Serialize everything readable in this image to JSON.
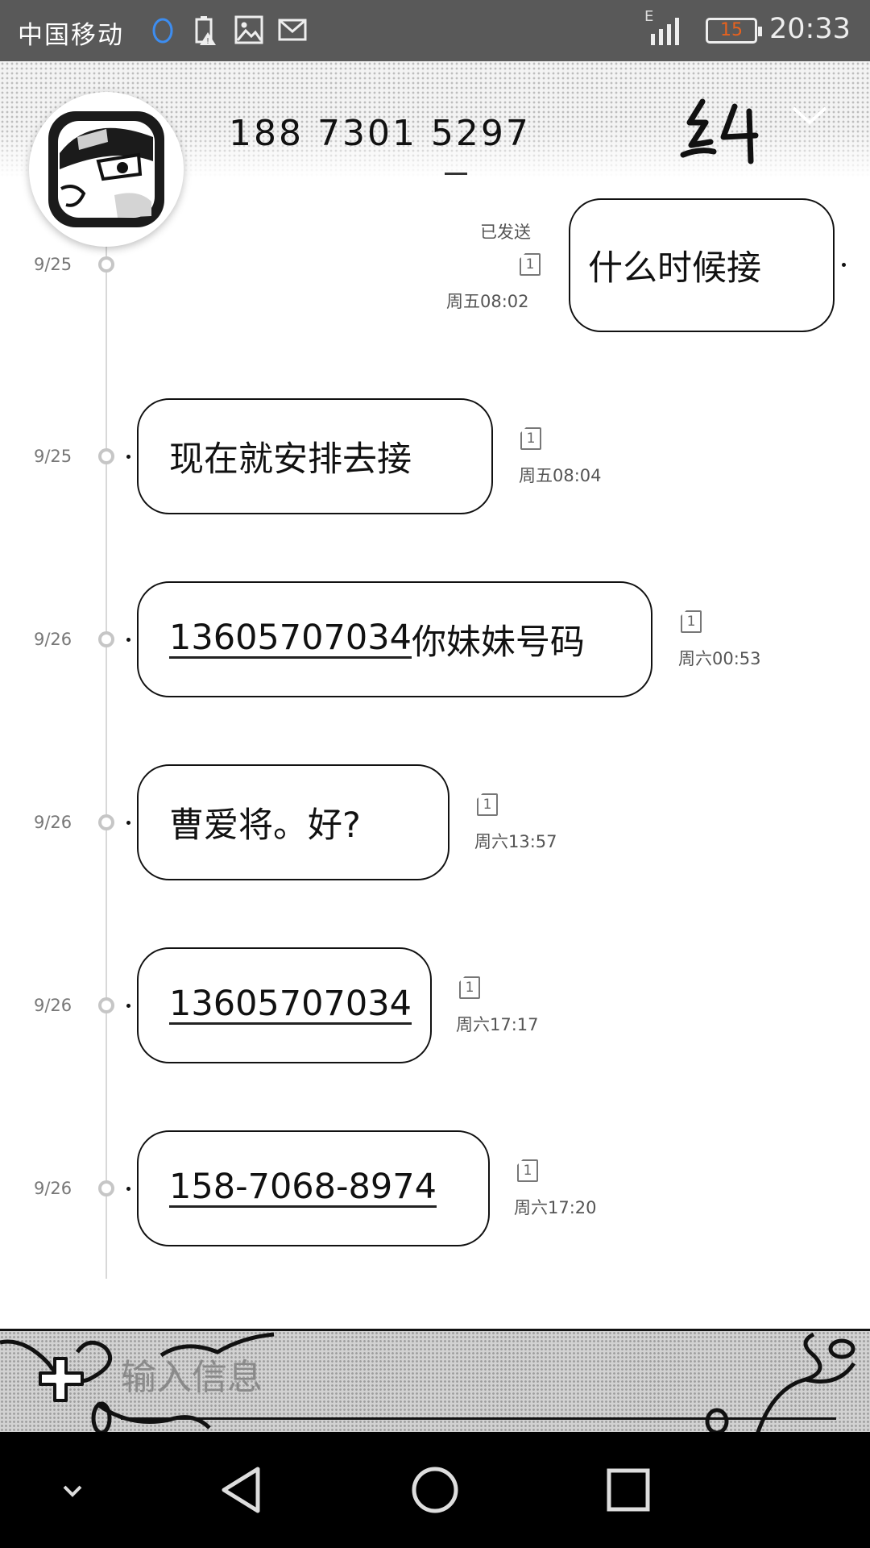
{
  "status_bar": {
    "carrier": "中国移动",
    "network_type": "E",
    "battery_level": "15",
    "time": "20:33"
  },
  "header": {
    "contact_number": "188 7301 5297",
    "title_glyph": "纠"
  },
  "timeline": [
    {
      "date": "9/25",
      "direction": "outgoing",
      "status": "已发送",
      "sim": "1",
      "text": "什么时候接",
      "is_link": false,
      "time": "周五08:02"
    },
    {
      "date": "9/25",
      "direction": "incoming",
      "sim": "1",
      "text": "现在就安排去接",
      "is_link": false,
      "time": "周五08:04"
    },
    {
      "date": "9/26",
      "direction": "incoming",
      "sim": "1",
      "link_text": "13605707034",
      "text": "你妹妹号码",
      "time": "周六00:53"
    },
    {
      "date": "9/26",
      "direction": "incoming",
      "sim": "1",
      "text": "曹爱将。好?",
      "is_link": false,
      "time": "周六13:57"
    },
    {
      "date": "9/26",
      "direction": "incoming",
      "sim": "1",
      "link_text": "13605707034",
      "time": "周六17:17"
    },
    {
      "date": "9/26",
      "direction": "incoming",
      "sim": "1",
      "link_text": "158-7068-8974",
      "time": "周六17:20"
    }
  ],
  "composer": {
    "placeholder": "输入信息"
  },
  "icons": [
    "qq-icon",
    "battery-alert-icon",
    "image-icon",
    "mail-icon",
    "signal-icon",
    "battery-icon",
    "avatar",
    "chevron-down-icon",
    "sim-icon",
    "add-icon",
    "back-icon",
    "home-icon",
    "recents-icon",
    "collapse-keyboard-icon"
  ],
  "colors": {
    "status_bar": "#595959",
    "battery_text": "#e8621e",
    "nav_bar": "#000000"
  }
}
